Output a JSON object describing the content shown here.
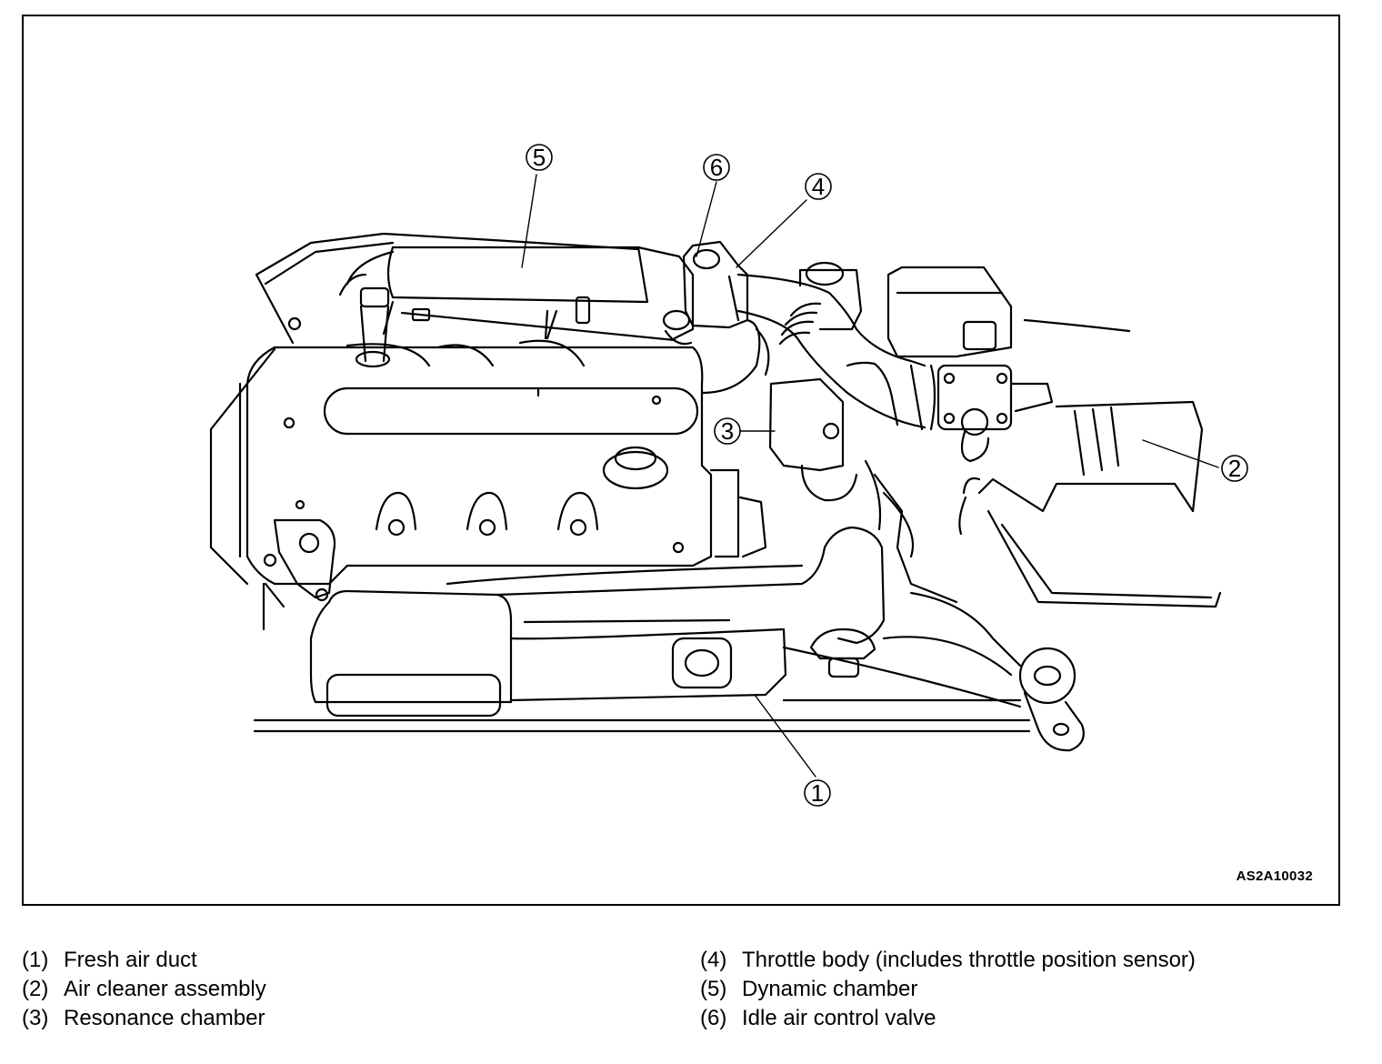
{
  "figure": {
    "code": "AS2A10032",
    "callouts": [
      "1",
      "2",
      "3",
      "4",
      "5",
      "6"
    ]
  },
  "legend": [
    {
      "num": "(1)",
      "label": "Fresh air duct"
    },
    {
      "num": "(2)",
      "label": "Air cleaner assembly"
    },
    {
      "num": "(3)",
      "label": "Resonance chamber"
    },
    {
      "num": "(4)",
      "label": "Throttle body (includes throttle position sensor)"
    },
    {
      "num": "(5)",
      "label": "Dynamic chamber"
    },
    {
      "num": "(6)",
      "label": "Idle air control valve"
    }
  ]
}
